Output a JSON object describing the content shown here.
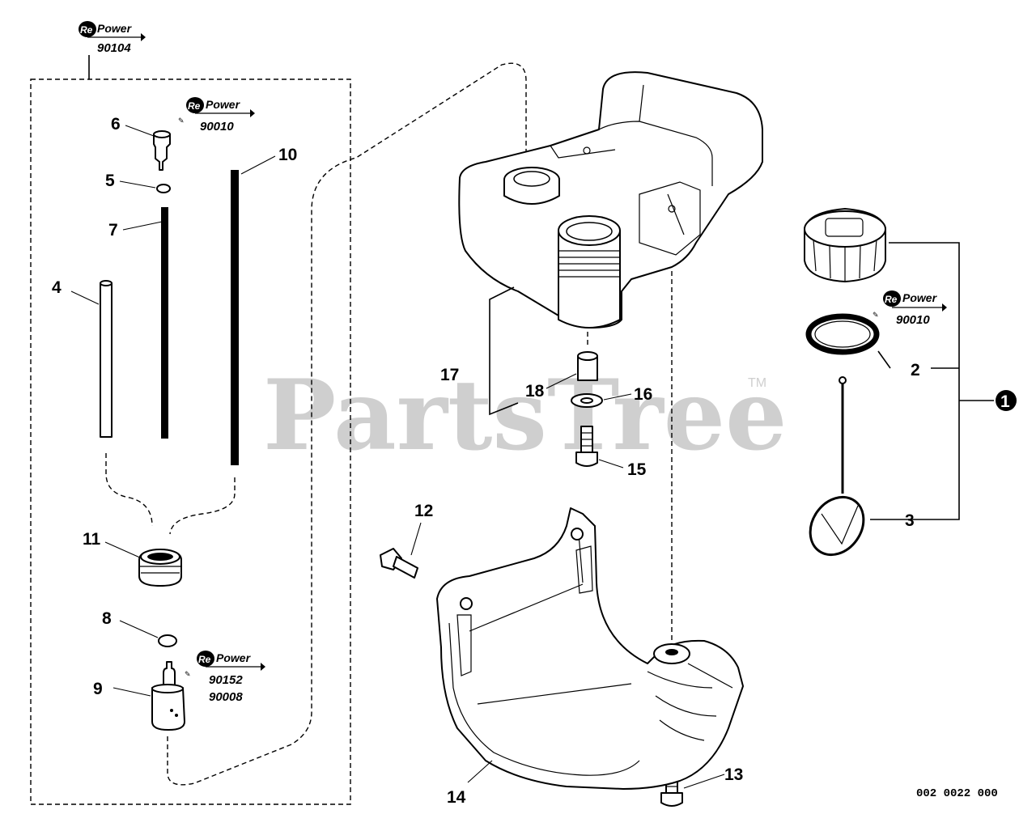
{
  "watermark": {
    "text": "PartsTree",
    "tm": "TM"
  },
  "drawing_number": "002 0022 000",
  "repower_logos": [
    {
      "re": "Re",
      "power": "Power",
      "codes": [
        "90104"
      ]
    },
    {
      "re": "Re",
      "power": "Power",
      "codes": [
        "90010"
      ]
    },
    {
      "re": "Re",
      "power": "Power",
      "codes": [
        "90010"
      ]
    },
    {
      "re": "Re",
      "power": "Power",
      "codes": [
        "90152",
        "90008"
      ]
    }
  ],
  "callouts": [
    "1",
    "2",
    "3",
    "4",
    "5",
    "6",
    "7",
    "8",
    "9",
    "10",
    "11",
    "12",
    "13",
    "14",
    "15",
    "16",
    "17",
    "18"
  ],
  "colors": {
    "line": "#000000",
    "watermark": "#cfcfcf",
    "background": "#ffffff"
  }
}
